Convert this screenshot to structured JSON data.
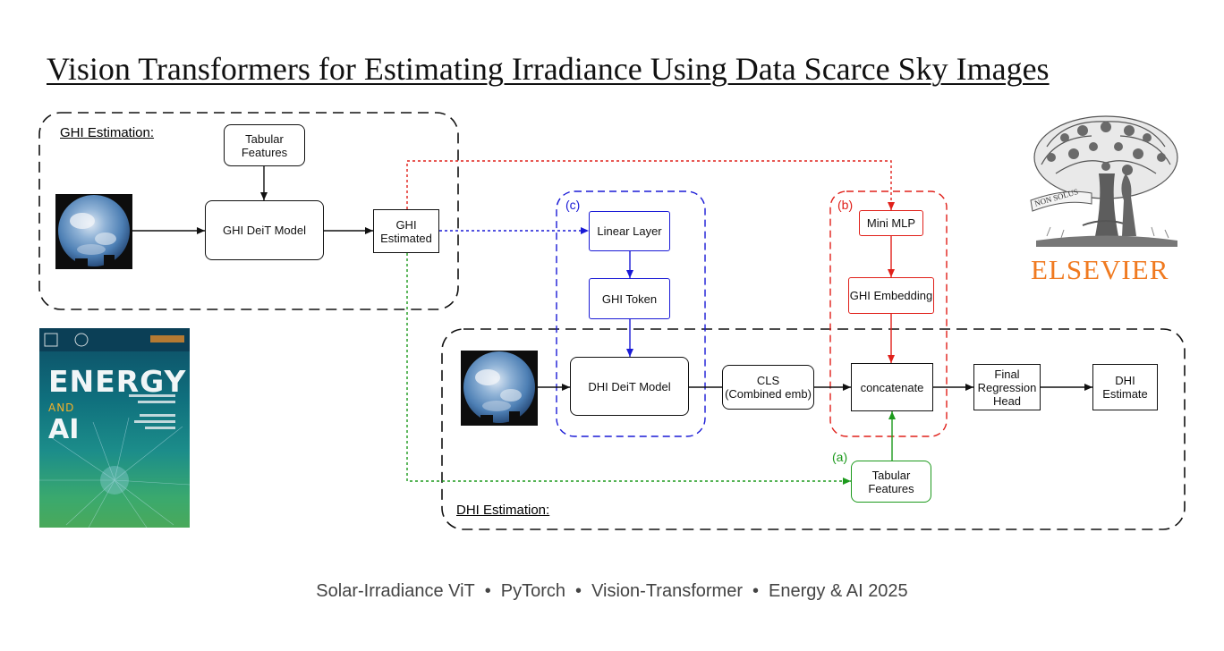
{
  "title": "Vision Transformers for Estimating Irradiance Using Data Scarce Sky Images",
  "footer": {
    "items": [
      "Solar-Irradiance ViT",
      "PyTorch",
      "Vision-Transformer",
      "Energy & AI 2025"
    ],
    "separator": "•"
  },
  "sections": {
    "ghi": "GHI Estimation:",
    "dhi": "DHI Estimation:"
  },
  "markers": {
    "a": "(a)",
    "b": "(b)",
    "c": "(c)"
  },
  "nodes": {
    "tabular_top": [
      "Tabular",
      "Features"
    ],
    "ghi_model": "GHI DeiT Model",
    "ghi_estimated": [
      "GHI",
      "Estimated"
    ],
    "linear_layer": "Linear Layer",
    "ghi_token": "GHI Token",
    "dhi_model": "DHI DeiT Model",
    "cls": [
      "CLS",
      "(Combined emb)"
    ],
    "mini_mlp": "Mini MLP",
    "ghi_embedding": "GHI Embedding",
    "concatenate": "concatenate",
    "final_head": [
      "Final",
      "Regression",
      "Head"
    ],
    "dhi_estimate": [
      "DHI",
      "Estimate"
    ],
    "tabular_bottom": [
      "Tabular",
      "Features"
    ]
  },
  "logo": {
    "publisher": "ELSEVIER",
    "motto": "NON SOLUS"
  },
  "journal_cover": {
    "title_line1": "ENERGY",
    "title_and": "AND",
    "title_line2": "AI"
  },
  "colors": {
    "black": "#111111",
    "blue": "#1a1ad6",
    "red": "#e0201a",
    "green": "#1d9a1d",
    "elsevier_orange": "#f07a20",
    "footer_gray": "#444444"
  }
}
